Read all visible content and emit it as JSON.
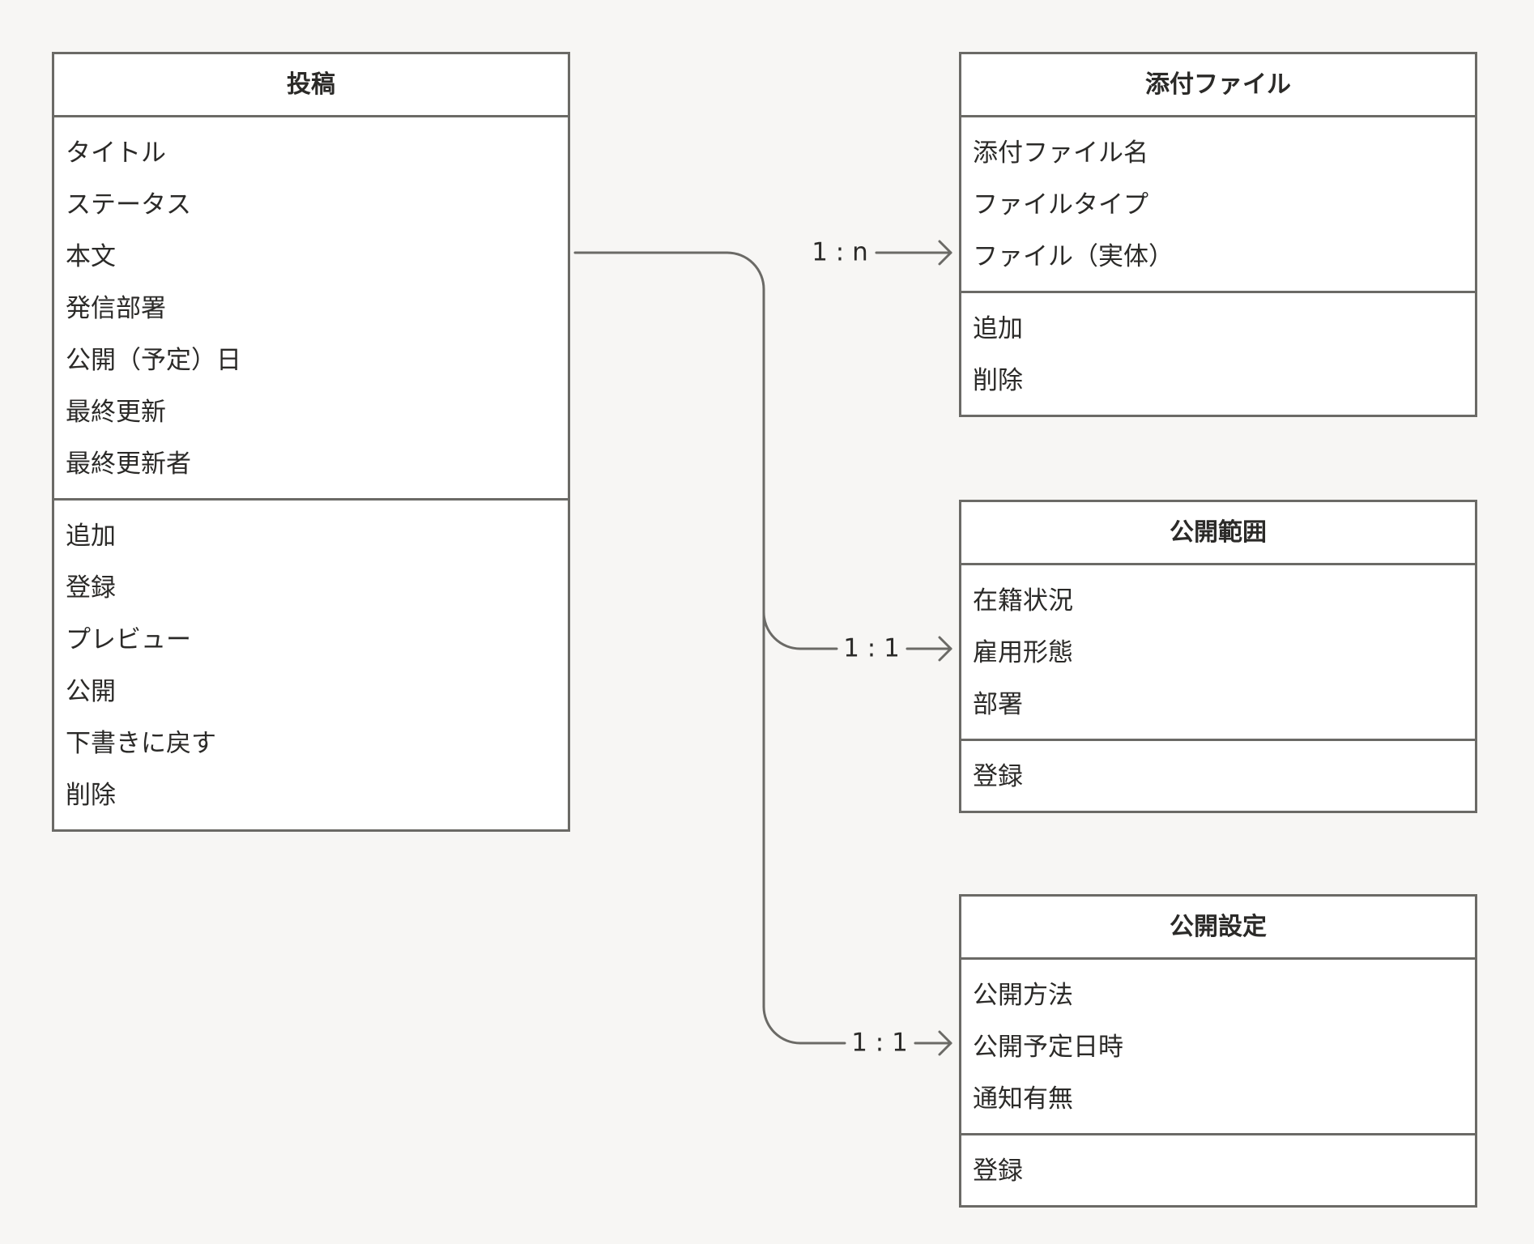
{
  "classes": {
    "post": {
      "name": "投稿",
      "attributes": [
        "タイトル",
        "ステータス",
        "本文",
        "発信部署",
        "公開（予定）日",
        "最終更新",
        "最終更新者"
      ],
      "operations": [
        "追加",
        "登録",
        "プレビュー",
        "公開",
        "下書きに戻す",
        "削除"
      ]
    },
    "attachment": {
      "name": "添付ファイル",
      "attributes": [
        "添付ファイル名",
        "ファイルタイプ",
        "ファイル（実体）"
      ],
      "operations": [
        "追加",
        "削除"
      ]
    },
    "scope": {
      "name": "公開範囲",
      "attributes": [
        "在籍状況",
        "雇用形態",
        "部署"
      ],
      "operations": [
        "登録"
      ]
    },
    "settings": {
      "name": "公開設定",
      "attributes": [
        "公開方法",
        "公開予定日時",
        "通知有無"
      ],
      "operations": [
        "登録"
      ]
    }
  },
  "relations": [
    {
      "from": "投稿",
      "to": "添付ファイル",
      "label": "1 : n"
    },
    {
      "from": "投稿",
      "to": "公開範囲",
      "label": "1 : 1"
    },
    {
      "from": "投稿",
      "to": "公開設定",
      "label": "1 : 1"
    }
  ],
  "colors": {
    "background": "#f7f6f4",
    "line": "#6b6a66",
    "text": "#2b2a28"
  }
}
